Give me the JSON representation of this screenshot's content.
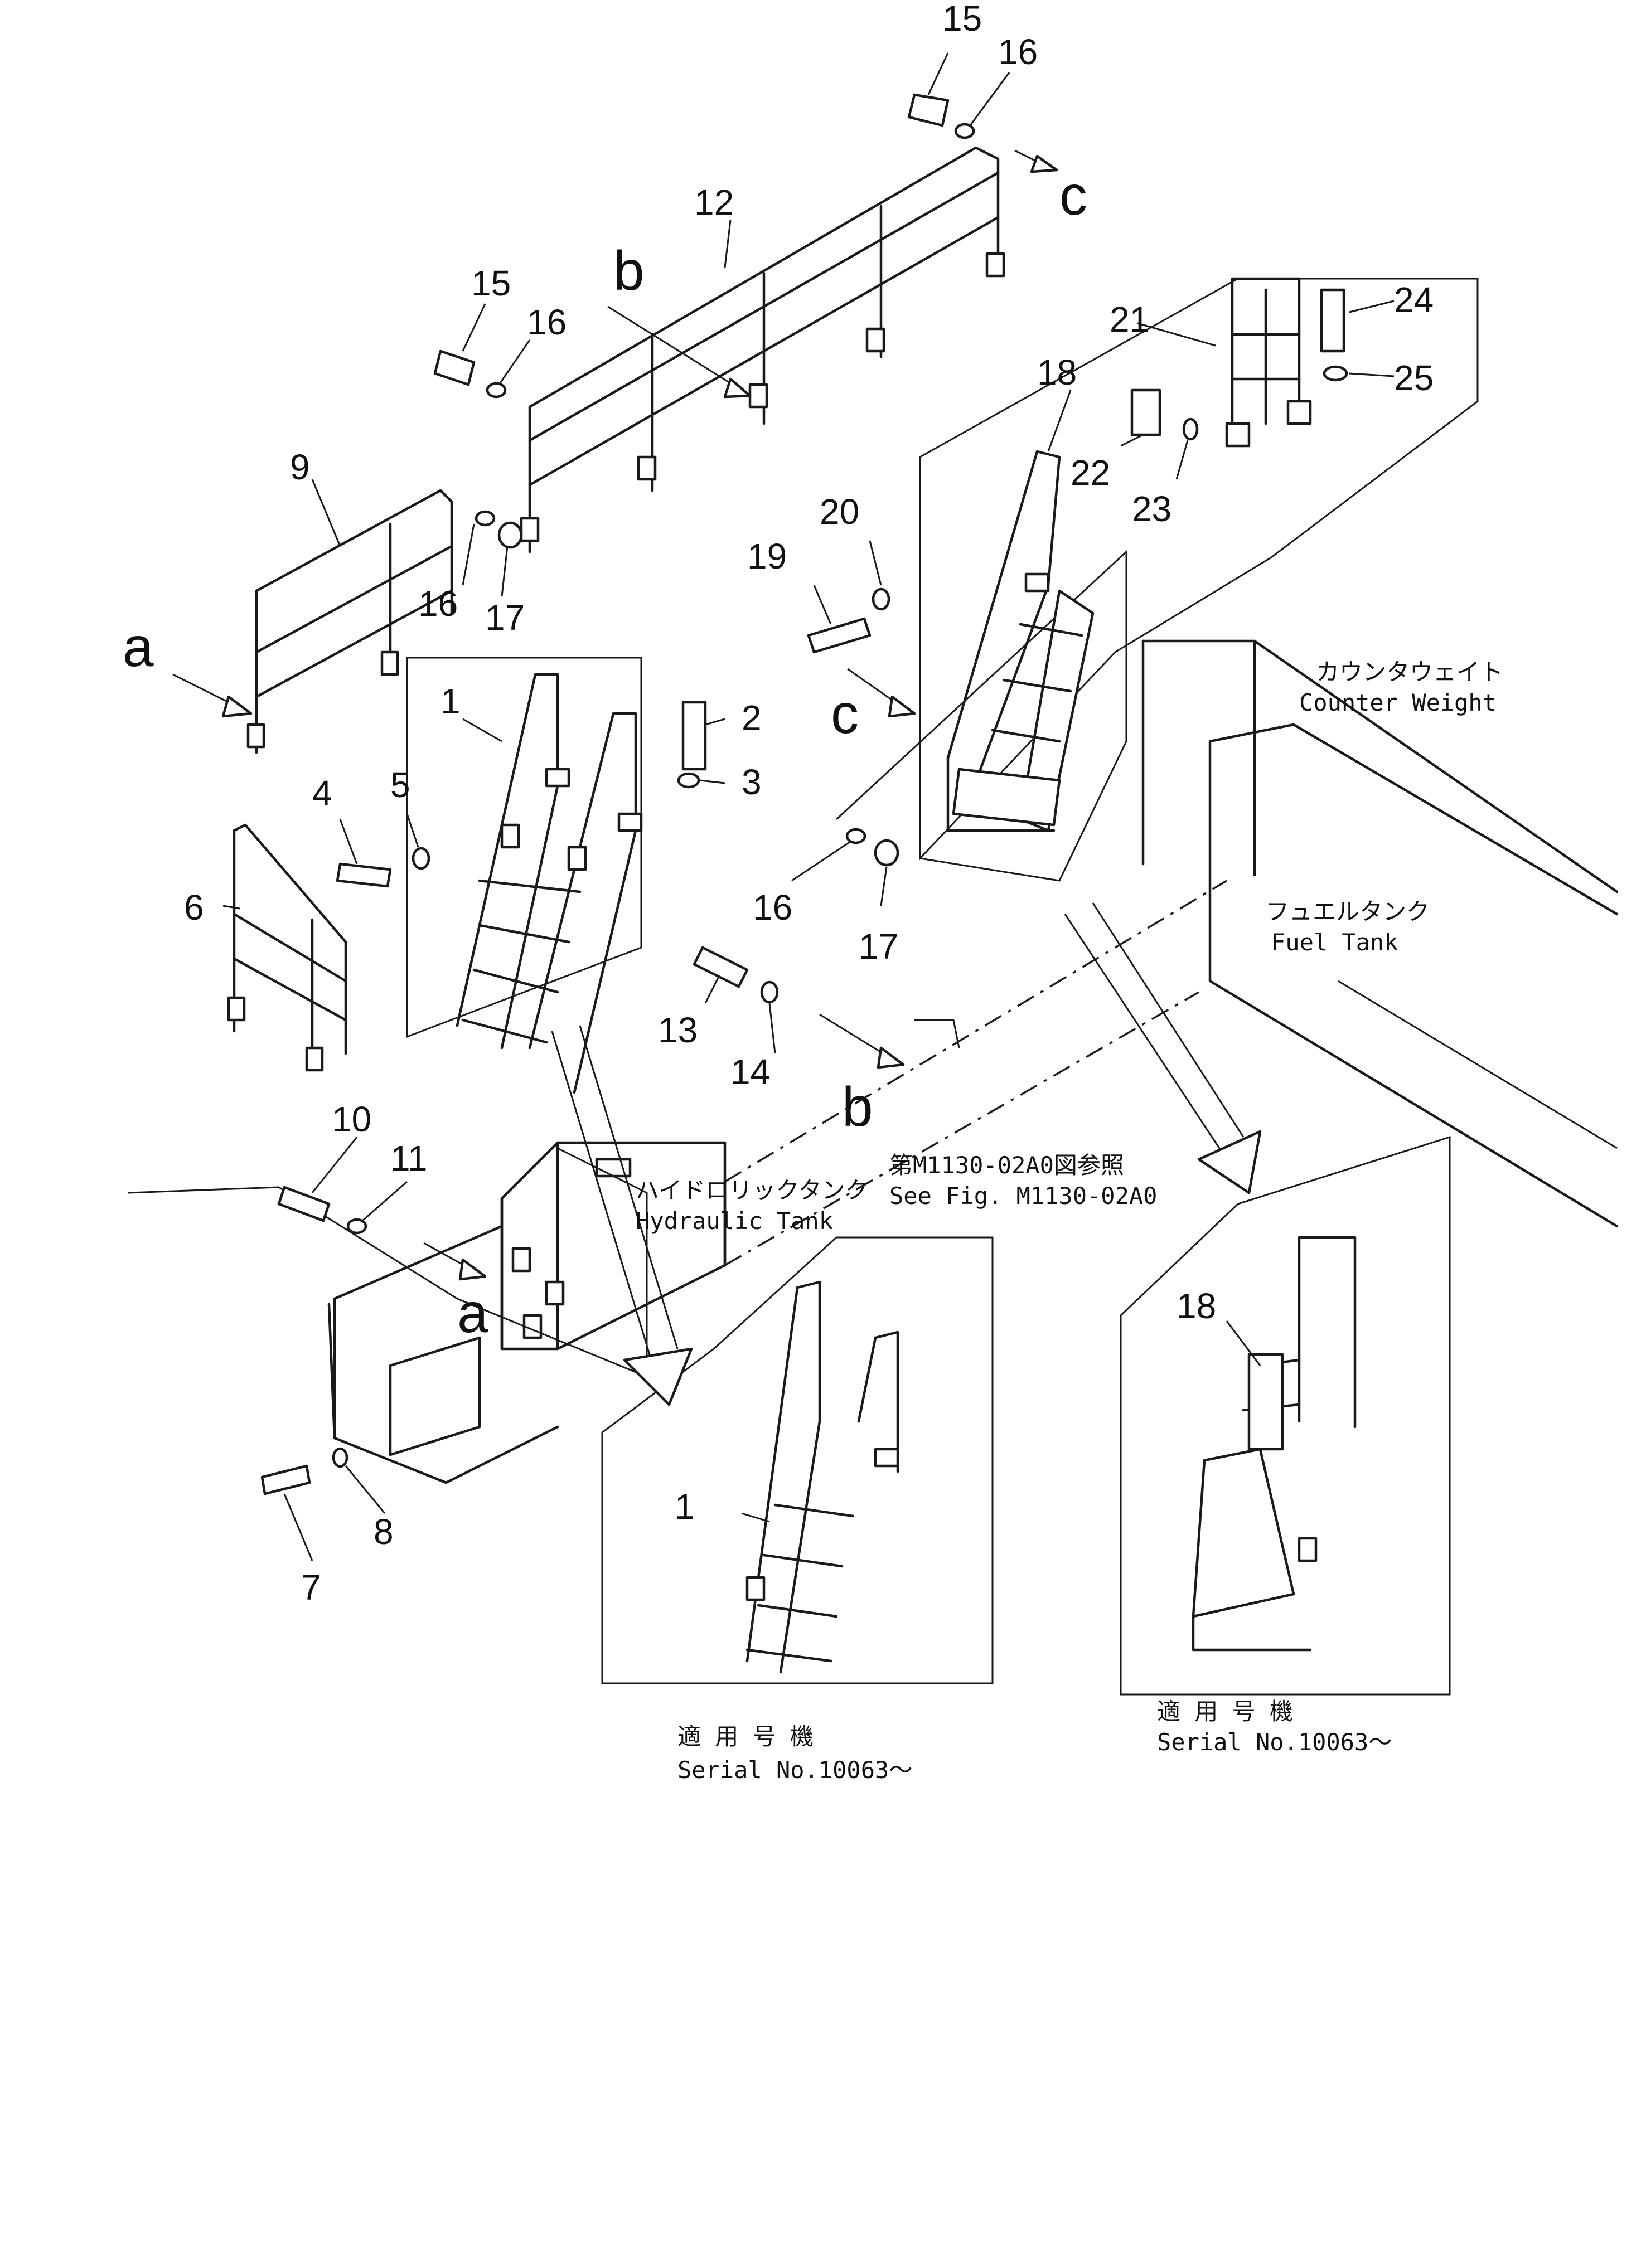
{
  "callouts": {
    "n1a": "1",
    "n1b": "1",
    "n2": "2",
    "n3": "3",
    "n4": "4",
    "n5": "5",
    "n6": "6",
    "n7": "7",
    "n8": "8",
    "n9": "9",
    "n10": "10",
    "n11": "11",
    "n12": "12",
    "n13": "13",
    "n14": "14",
    "n15a": "15",
    "n15b": "15",
    "n16a": "16",
    "n16b": "16",
    "n16c": "16",
    "n16d": "16",
    "n17a": "17",
    "n17b": "17",
    "n18a": "18",
    "n18b": "18",
    "n19": "19",
    "n20": "20",
    "n21": "21",
    "n22": "22",
    "n23": "23",
    "n24": "24",
    "n25": "25"
  },
  "view_letters": {
    "a1": "a",
    "a2": "a",
    "b1": "b",
    "b2": "b",
    "c1": "c",
    "c2": "c"
  },
  "labels": {
    "counter_weight_jp": "カウンタウェイト",
    "counter_weight_en": "Counter Weight",
    "fuel_tank_jp": "フュエルタンク",
    "fuel_tank_en": "Fuel Tank",
    "hydraulic_tank_jp": "ハイドロリックタンク",
    "hydraulic_tank_en": "Hydraulic Tank",
    "see_fig_jp": "第M1130-02A0図参照",
    "see_fig_en": "See Fig. M1130-02A0",
    "serial_jp_left": "適 用 号 機",
    "serial_en_left": "Serial No.10063～",
    "serial_jp_right": "適 用 号 機",
    "serial_en_right": "Serial No.10063～"
  }
}
